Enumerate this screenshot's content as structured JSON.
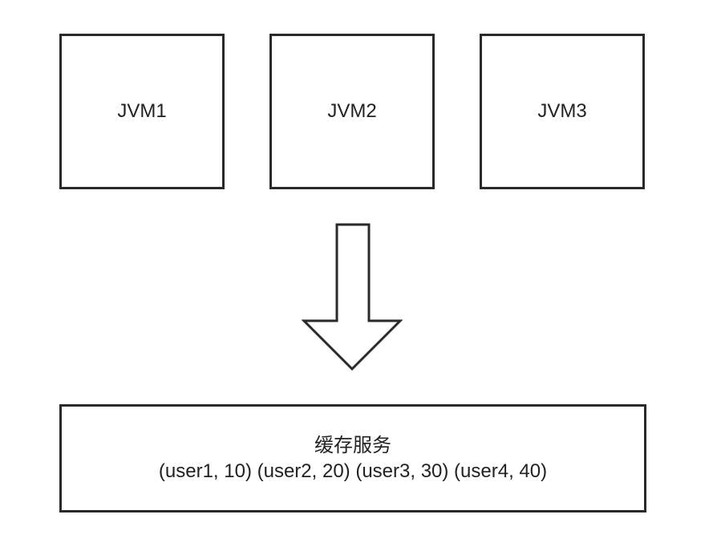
{
  "nodes": {
    "jvm1": "JVM1",
    "jvm2": "JVM2",
    "jvm3": "JVM3"
  },
  "cache": {
    "title": "缓存服务",
    "entries": "(user1, 10) (user2, 20) (user3, 30) (user4, 40)"
  },
  "colors": {
    "stroke": "#2a2a2a",
    "text": "#222222",
    "background": "#ffffff"
  },
  "icons": {
    "arrow": "down-arrow-icon"
  }
}
